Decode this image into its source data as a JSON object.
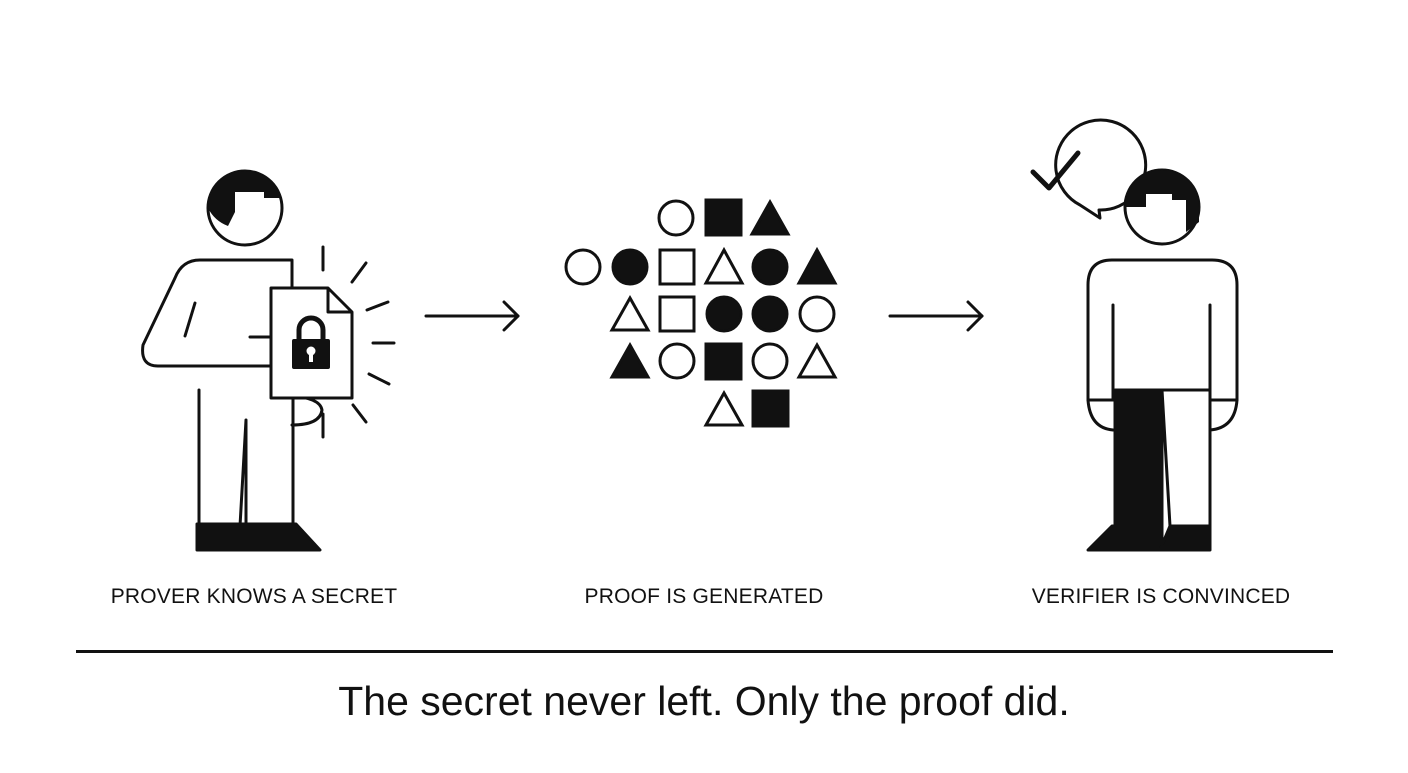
{
  "steps": [
    {
      "label": "PROVER KNOWS A SECRET"
    },
    {
      "label": "PROOF IS GENERATED"
    },
    {
      "label": "VERIFIER IS CONVINCED"
    }
  ],
  "caption": "The secret never left. Only the proof did.",
  "icons": {
    "prover": "person-icon",
    "document": "locked-document-icon",
    "lock": "padlock-icon",
    "proof": "shape-cluster-icon",
    "verifier": "person-icon",
    "approval": "checkmark-speech-bubble-icon",
    "flow": "arrow-right-icon"
  },
  "colors": {
    "ink": "#111111",
    "background": "#ffffff"
  }
}
